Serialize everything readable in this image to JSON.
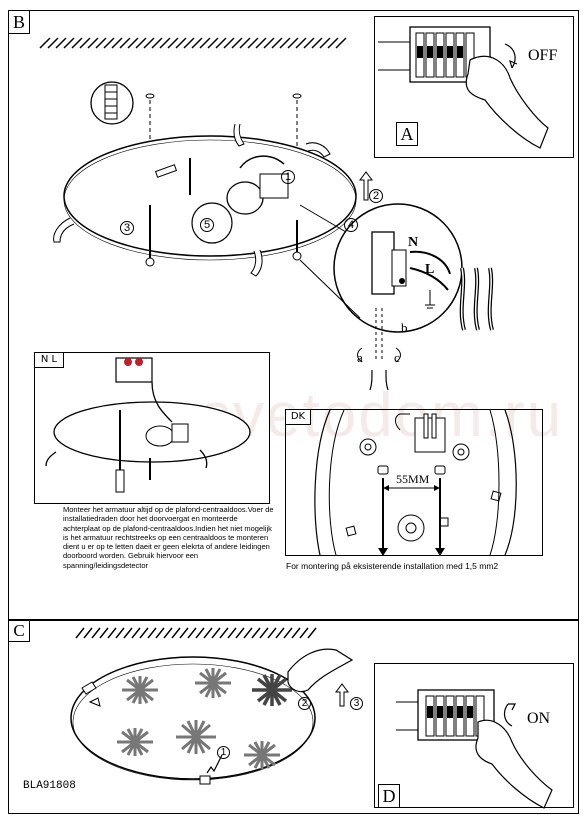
{
  "sections": {
    "b": {
      "label": "B"
    },
    "a": {
      "label": "A",
      "switch_state": "OFF"
    },
    "c": {
      "label": "C"
    },
    "d": {
      "label": "D",
      "switch_state": "ON"
    }
  },
  "steps": {
    "s1": "1",
    "s2": "2",
    "s3": "3",
    "s4": "4",
    "s5": "5"
  },
  "wiring": {
    "n": "N",
    "l": "L",
    "a": "a",
    "b": "b",
    "c": "c"
  },
  "nl": {
    "label": "N L",
    "text": "Monteer het armatuur altijd op de plafond-centraaldoos.Voer de installatiedraden door het doorvoergat en monteerde achterplaat op de plafond-centraaldoos.Indien het niet mogelijk is het armatuur rechtstreeks op een centraaldoos te monteren dient u er op te letten daeit er geen elekrta of andere leidingen doorboord worden. Gebruik hiervoor een spanning/leidingsdetector"
  },
  "dk": {
    "label": "DK",
    "dimension": "55MM",
    "caption": "For montering på eksisterende installation med 1,5 mm2"
  },
  "c_steps": {
    "s1": "1",
    "s2": "2",
    "s3": "3"
  },
  "code": "BLA91808",
  "watermark": "svetodom.ru"
}
